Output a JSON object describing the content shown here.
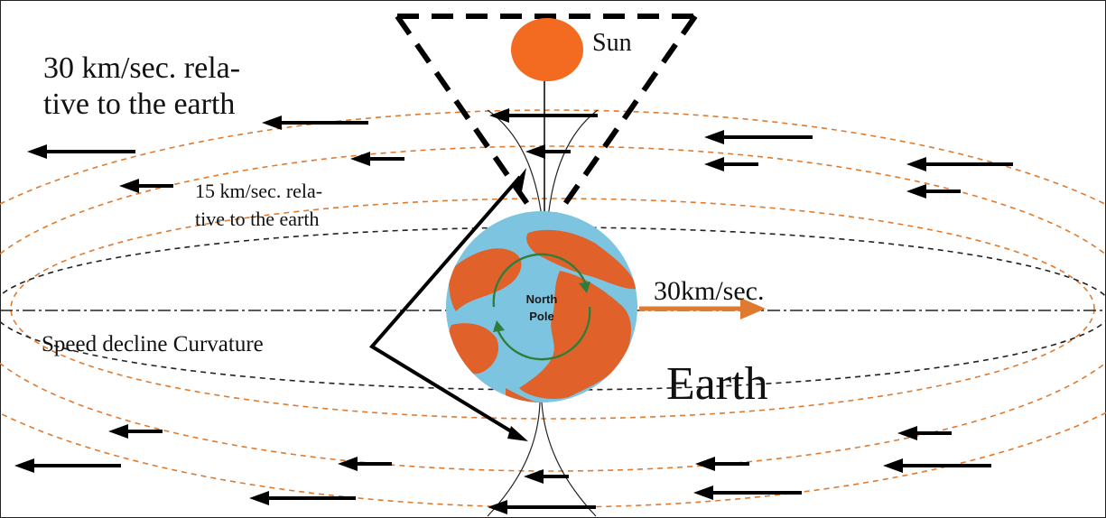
{
  "labels": {
    "sun": "Sun",
    "outer_speed": [
      "30 km/sec. rela-",
      "tive to the earth"
    ],
    "inner_speed": [
      "15 km/sec. rela-",
      "tive to the earth"
    ],
    "earth_speed": "30km/sec.",
    "curvature": "Speed decline Curvature",
    "earth": "Earth",
    "pole": [
      "North",
      "Pole"
    ]
  },
  "colors": {
    "sun": "#f26b21",
    "ocean": "#7cc4e0",
    "land": "#e0622a",
    "orbit": "#e07a2e",
    "arrow": "#000000",
    "pole_rotation": "#2e7d3a"
  },
  "icons": [
    "sun-icon",
    "earth-globe-icon",
    "arrow-left-icon",
    "arrow-right-icon"
  ]
}
